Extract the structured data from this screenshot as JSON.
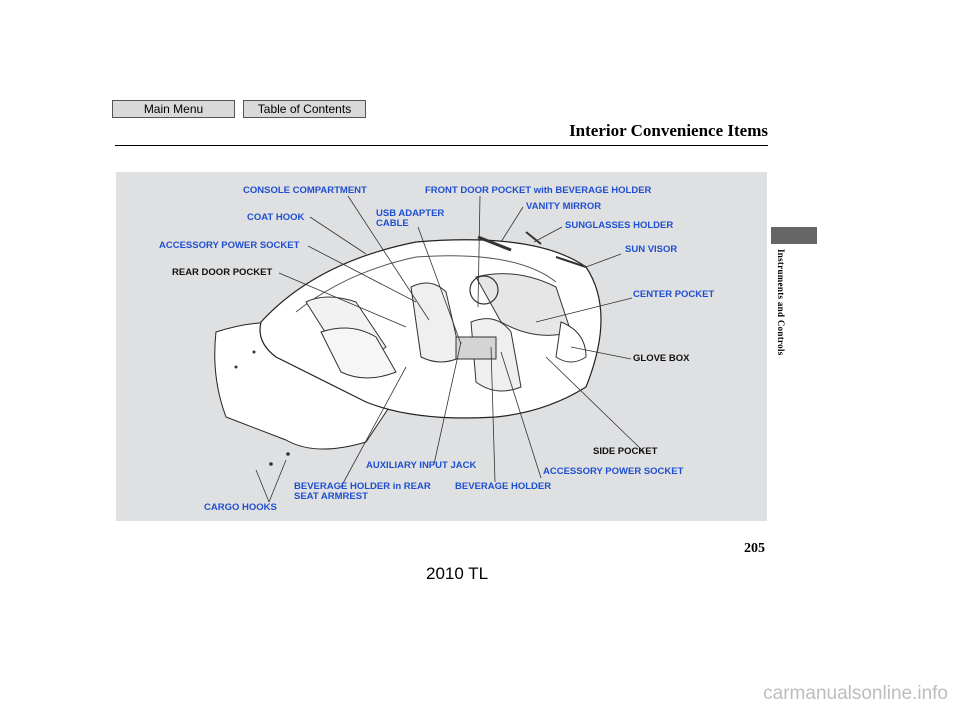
{
  "nav": {
    "main_menu": "Main Menu",
    "table_of_contents": "Table of Contents"
  },
  "header": {
    "title": "Interior Convenience Items"
  },
  "side_tab": {
    "label": "Instruments and Controls"
  },
  "labels": {
    "console_compartment": "CONSOLE COMPARTMENT",
    "front_door_pocket": "FRONT DOOR POCKET with BEVERAGE HOLDER",
    "coat_hook": "COAT HOOK",
    "usb_adapter_1": "USB ADAPTER",
    "usb_adapter_2": "CABLE",
    "vanity_mirror": "VANITY MIRROR",
    "sunglasses_holder": "SUNGLASSES HOLDER",
    "accessory_power_socket_rear": "ACCESSORY POWER SOCKET",
    "sun_visor": "SUN VISOR",
    "rear_door_pocket": "REAR DOOR POCKET",
    "center_pocket": "CENTER POCKET",
    "glove_box": "GLOVE BOX",
    "side_pocket": "SIDE POCKET",
    "auxiliary_input_jack": "AUXILIARY INPUT JACK",
    "accessory_power_socket_front": "ACCESSORY POWER SOCKET",
    "beverage_holder_rear_1": "BEVERAGE HOLDER in REAR",
    "beverage_holder_rear_2": "SEAT ARMREST",
    "beverage_holder": "BEVERAGE HOLDER",
    "cargo_hooks": "CARGO HOOKS"
  },
  "colors": {
    "label_blue": "#1f4fd1",
    "label_black": "#111111",
    "figure_bg": "#dfe0e2"
  },
  "footer": {
    "page_number": "205",
    "model": "2010 TL",
    "watermark": "carmanualsonline.info"
  }
}
